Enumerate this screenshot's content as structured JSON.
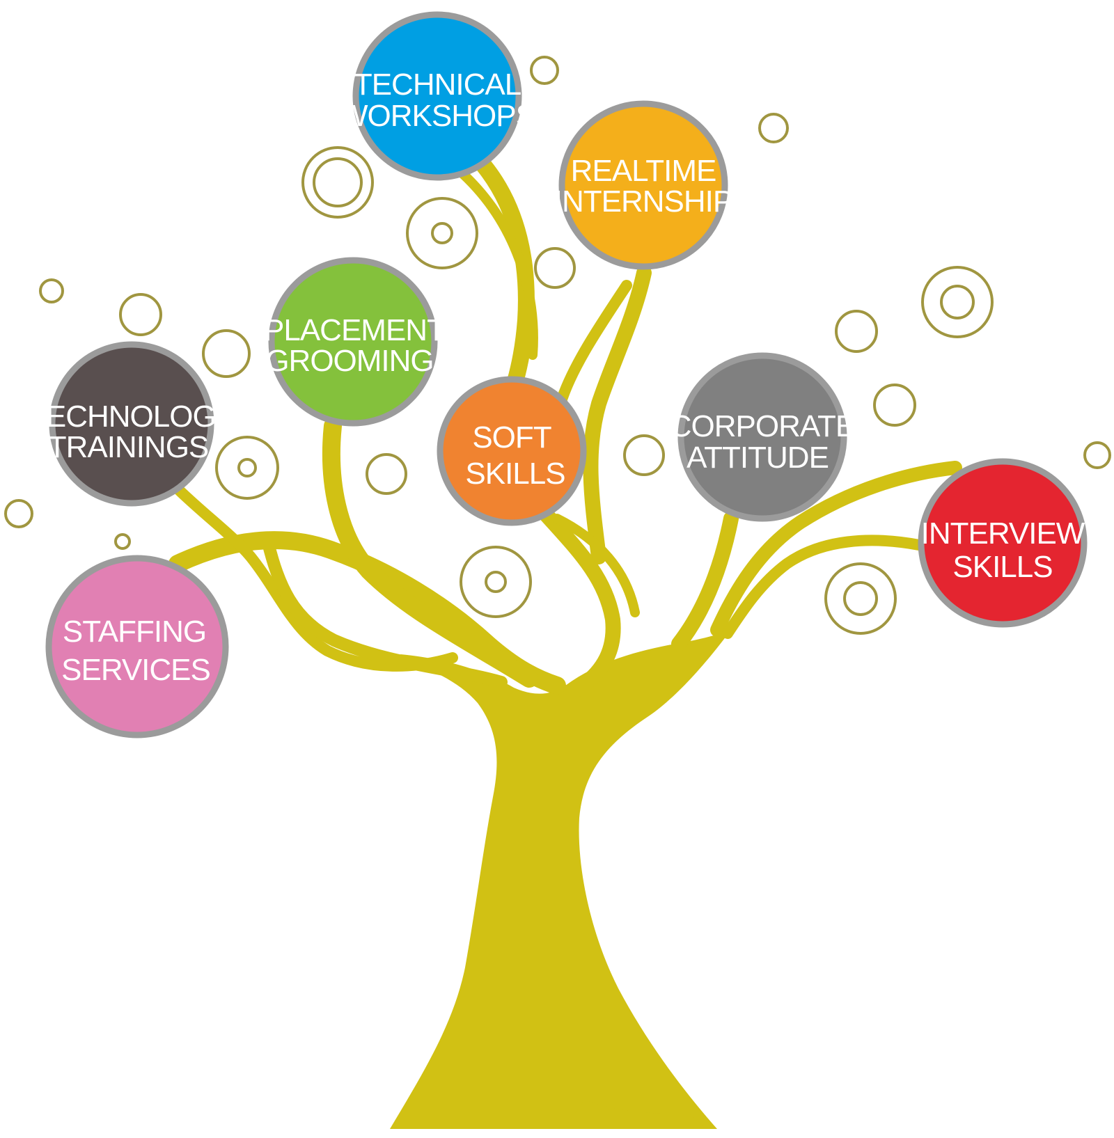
{
  "colors": {
    "tree": "#D1C114",
    "ring": "#A09640",
    "node_border": "#9B9B9B"
  },
  "nodes": [
    {
      "id": "technical-workshops",
      "line1": "TECHNICAL",
      "line2": "WORKSHOPS",
      "color": "#009FE3"
    },
    {
      "id": "realtime-internship",
      "line1": "REALTIME",
      "line2": "INTERNSHIP",
      "color": "#F4AF1B"
    },
    {
      "id": "placement-grooming",
      "line1": "PLACEMENT",
      "line2": "GROOMING",
      "color": "#84C13C"
    },
    {
      "id": "soft-skills",
      "line1": "SOFT",
      "line2": "SKILLS",
      "color": "#F08330"
    },
    {
      "id": "technology-trainings",
      "line1": "TECHNOLOGY",
      "line2": "TRAININGS",
      "color": "#594F4F"
    },
    {
      "id": "corporate-attitude",
      "line1": "CORPORATE",
      "line2": "ATTITUDE",
      "color": "#808080"
    },
    {
      "id": "interview-skills",
      "line1": "INTERVIEW",
      "line2": "SKILLS",
      "color": "#E42530"
    },
    {
      "id": "staffing-services",
      "line1": "STAFFING",
      "line2": "SERVICES",
      "color": "#E180B3"
    }
  ]
}
